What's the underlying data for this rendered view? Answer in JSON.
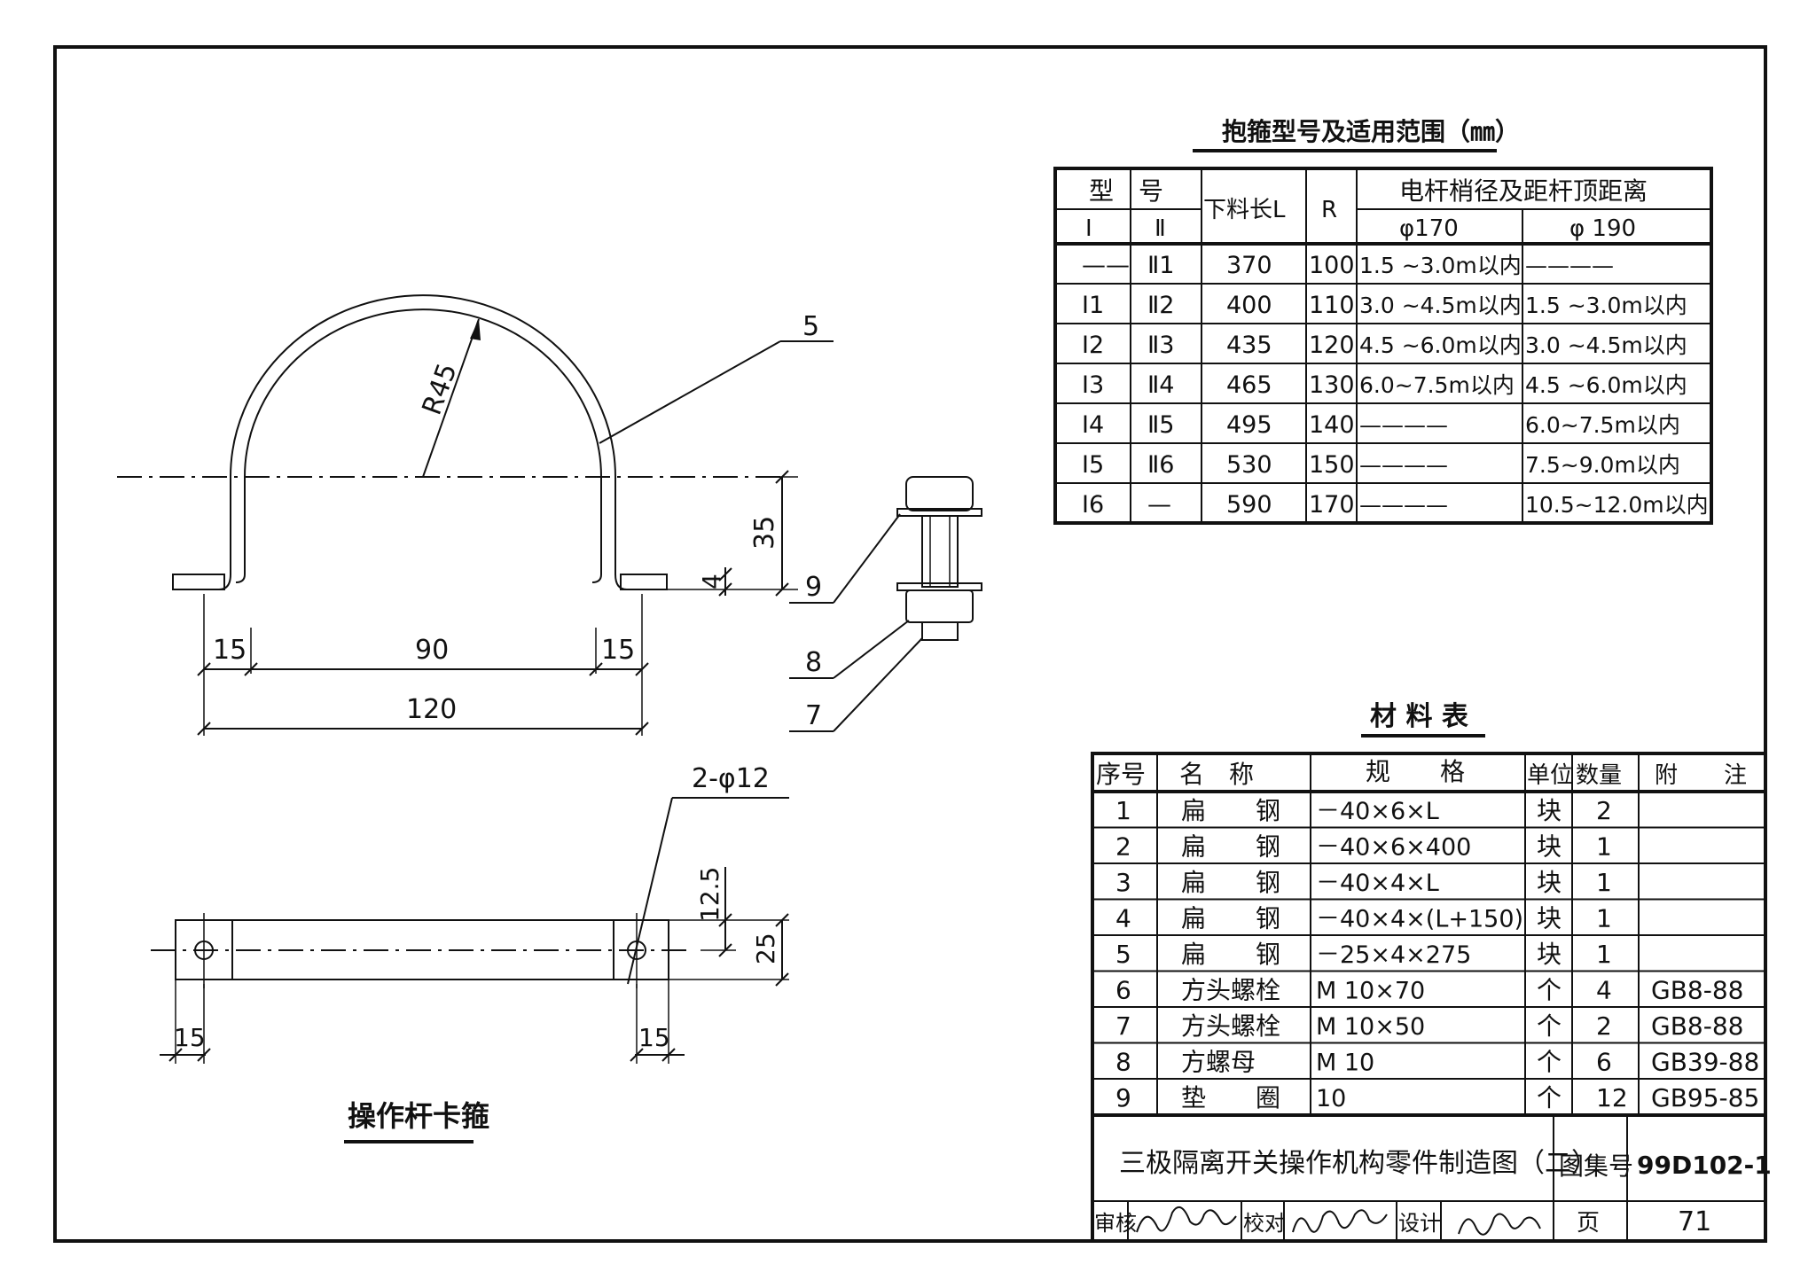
{
  "drawing": {
    "arc_radius_label": "R45",
    "callouts": [
      "5",
      "9",
      "8",
      "7"
    ],
    "dims_top": {
      "height": "35",
      "thickness": "4",
      "left_tab": "15",
      "middle": "90",
      "right_tab": "15",
      "total": "120"
    },
    "dims_bottom": {
      "holes": "2-φ12",
      "half_width": "12.5",
      "width": "25",
      "left_offset": "15",
      "right_offset": "15"
    },
    "bottom_caption": "操作杆卡箍"
  },
  "hoop_table": {
    "title": "抱箍型号及适用范围（㎜）",
    "header": {
      "model": "型　号",
      "model_i": "Ⅰ",
      "model_ii": "Ⅱ",
      "length": "下料长L",
      "r": "R",
      "range": "电杆梢径及距杆顶距离",
      "d170": "φ170",
      "d190": "φ 190"
    },
    "rows": [
      {
        "i": "——",
        "ii": "Ⅱ1",
        "l": "370",
        "r": "100",
        "d170": "1.5 ~3.0m以内",
        "d190": "————"
      },
      {
        "i": "Ⅰ1",
        "ii": "Ⅱ2",
        "l": "400",
        "r": "110",
        "d170": "3.0 ~4.5m以内",
        "d190": "1.5 ~3.0m以内"
      },
      {
        "i": "Ⅰ2",
        "ii": "Ⅱ3",
        "l": "435",
        "r": "120",
        "d170": "4.5 ~6.0m以内",
        "d190": "3.0 ~4.5m以内"
      },
      {
        "i": "Ⅰ3",
        "ii": "Ⅱ4",
        "l": "465",
        "r": "130",
        "d170": "6.0~7.5m以内",
        "d190": "4.5 ~6.0m以内"
      },
      {
        "i": "Ⅰ4",
        "ii": "Ⅱ5",
        "l": "495",
        "r": "140",
        "d170": "————",
        "d190": "6.0~7.5m以内"
      },
      {
        "i": "Ⅰ5",
        "ii": "Ⅱ6",
        "l": "530",
        "r": "150",
        "d170": "————",
        "d190": "7.5~9.0m以内"
      },
      {
        "i": "Ⅰ6",
        "ii": "—",
        "l": "590",
        "r": "170",
        "d170": "————",
        "d190": "10.5~12.0m以内"
      }
    ]
  },
  "material_table": {
    "title": "材 料 表",
    "header": {
      "no": "序号",
      "name": "名　称",
      "spec": "规　　格",
      "unit": "单位",
      "qty": "数量",
      "note": "附　　注"
    },
    "rows": [
      {
        "no": "1",
        "name": "扁　　钢",
        "spec": "－40×6×L",
        "unit": "块",
        "qty": "2",
        "note": ""
      },
      {
        "no": "2",
        "name": "扁　　钢",
        "spec": "－40×6×400",
        "unit": "块",
        "qty": "1",
        "note": ""
      },
      {
        "no": "3",
        "name": "扁　　钢",
        "spec": "－40×4×L",
        "unit": "块",
        "qty": "1",
        "note": ""
      },
      {
        "no": "4",
        "name": "扁　　钢",
        "spec": "－40×4×(L+150)",
        "unit": "块",
        "qty": "1",
        "note": ""
      },
      {
        "no": "5",
        "name": "扁　　钢",
        "spec": "－25×4×275",
        "unit": "块",
        "qty": "1",
        "note": ""
      },
      {
        "no": "6",
        "name": "方头螺栓",
        "spec": "M 10×70",
        "unit": "个",
        "qty": "4",
        "note": "GB8-88"
      },
      {
        "no": "7",
        "name": "方头螺栓",
        "spec": "M 10×50",
        "unit": "个",
        "qty": "2",
        "note": "GB8-88"
      },
      {
        "no": "8",
        "name": "方螺母",
        "spec": "M 10",
        "unit": "个",
        "qty": "6",
        "note": "GB39-88"
      },
      {
        "no": "9",
        "name": "垫　　圈",
        "spec": "10",
        "unit": "个",
        "qty": "12",
        "note": "GB95-85"
      }
    ]
  },
  "title_block": {
    "title": "三极隔离开关操作机构零件制造图（二）",
    "atlas_label": "图集号",
    "atlas_no": "99D102-1",
    "review": "审核",
    "check": "校对",
    "design": "设计",
    "page_label": "页",
    "page_no": "71"
  }
}
